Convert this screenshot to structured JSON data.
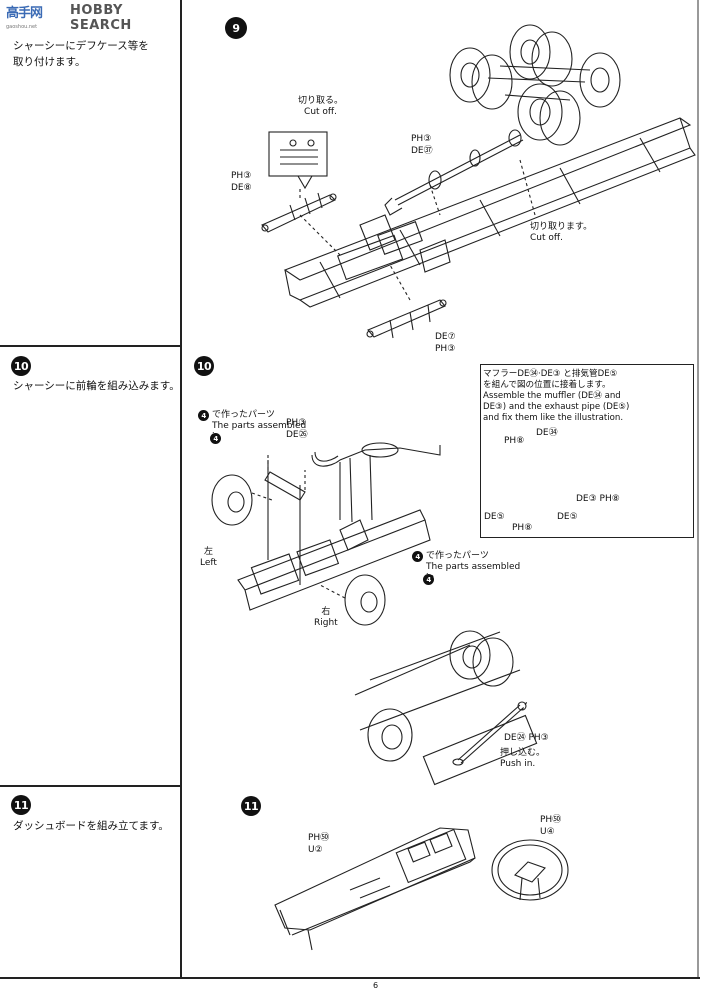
{
  "brand": {
    "logo_text_1": "高手网",
    "logo_text_2": "HOBBY SEARCH",
    "logo_sub": "gaoshou.net"
  },
  "page_number": "6",
  "steps": [
    {
      "number": "9",
      "instruction": "シャーシーにデフケース等を\n取り付けます。",
      "labels": {
        "cut_off_top": "切り取る。\nCut off.",
        "ph3_a": "PH③",
        "de37": "DE㊲",
        "ph3_b": "PH③",
        "de8": "DE⑧",
        "cut_off_right": "切り取ります。\nCut off.",
        "de7": "DE⑦",
        "ph3_c": "PH③"
      }
    },
    {
      "number": "10",
      "instruction": "シャーシーに前輪を組み込みます。",
      "labels": {
        "parts4_left": "で作ったパーツ\nThe parts assembled\nin",
        "ph3_d": "PH③",
        "de26": "DE㉖",
        "left": "左\nLeft",
        "parts4_right": "で作ったパーツ\nThe parts assembled\nin",
        "right": "右\nRight",
        "de24_ph3": "DE㉔ PH③",
        "push_in": "押し込む。\nPush in."
      },
      "callout": {
        "text": "マフラーDE㉞·DE③ と排気管DE⑤\nを組んで図の位置に接着します。\nAssemble the muffler (DE㉞ and\nDE③) and the exhaust pipe (DE⑤)\nand fix  them like the illustration.",
        "de34": "DE㉞",
        "ph8_a": "PH⑧",
        "de3_ph8": "DE③ PH⑧",
        "de5_a": "DE⑤",
        "de5_b": "DE⑤",
        "ph8_b": "PH⑧"
      }
    },
    {
      "number": "11",
      "instruction": "ダッシュボードを組み立てます。",
      "labels": {
        "ph51_a": "PH㊿",
        "u2": "U②",
        "ph51_b": "PH㊿",
        "u4": "U④"
      }
    }
  ],
  "ref_step_4": "4"
}
